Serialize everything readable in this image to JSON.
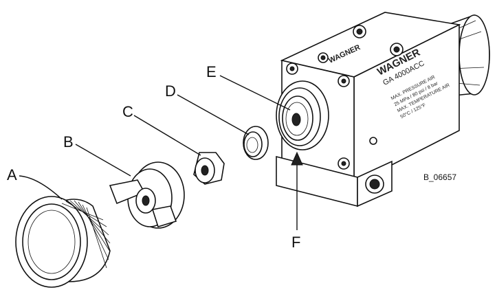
{
  "callouts": {
    "a": "A",
    "b": "B",
    "c": "C",
    "d": "D",
    "e": "E",
    "f": "F"
  },
  "reference_code": "B_06657",
  "plate": {
    "brand": "WAGNER",
    "model": "GA 4000ACC",
    "line1": "MAX. PRESSURE AIR",
    "line2": "25 MPa / 80 psi / 8 bar",
    "line3": "MAX. TEMPERATURE AIR",
    "line4": "50°C / 125°F"
  },
  "top_marking": "WAGNER"
}
